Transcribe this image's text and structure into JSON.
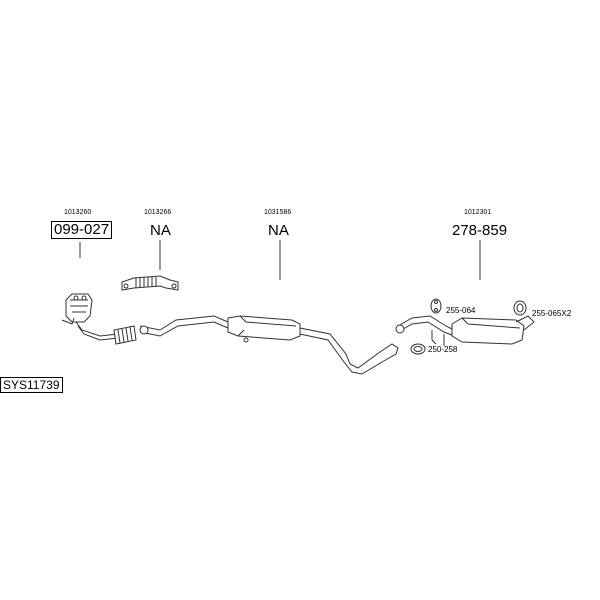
{
  "diagram": {
    "system_code": "SYS11739",
    "parts": [
      {
        "ref": "1013260",
        "number": "099-027",
        "boxed": true
      },
      {
        "ref": "1013266",
        "number": "NA",
        "boxed": false
      },
      {
        "ref": "1031586",
        "number": "NA",
        "boxed": false
      },
      {
        "ref": "1012301",
        "number": "278-859",
        "boxed": false
      }
    ],
    "hardware": [
      {
        "number": "255-064"
      },
      {
        "number": "255-065X2"
      },
      {
        "number": "250-258"
      }
    ]
  }
}
